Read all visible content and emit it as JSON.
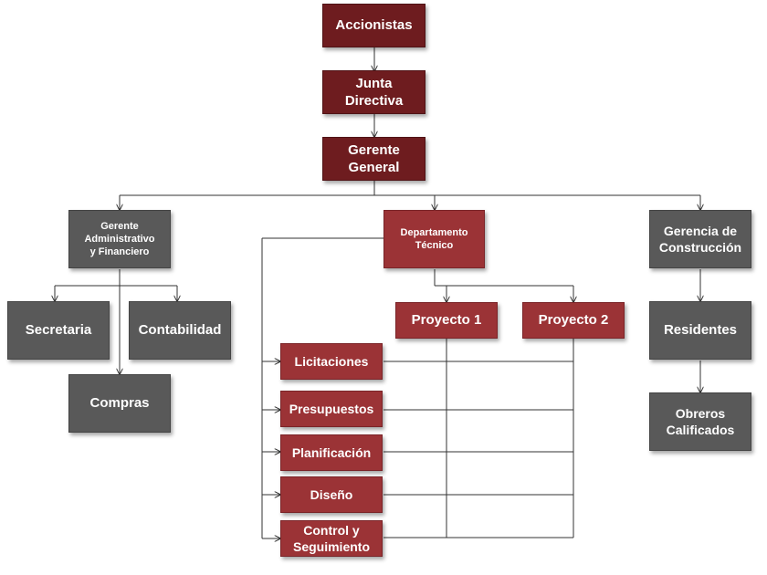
{
  "nodes": {
    "accionistas": "Accionistas",
    "junta": "Junta\nDirectiva",
    "gerente_general": "Gerente\nGeneral",
    "gerente_admin": "Gerente\nAdministrativo\ny Financiero",
    "depto_tecnico": "Departamento\nTécnico",
    "gerencia_construccion": "Gerencia de\nConstrucción",
    "secretaria": "Secretaria",
    "contabilidad": "Contabilidad",
    "compras": "Compras",
    "proyecto1": "Proyecto 1",
    "proyecto2": "Proyecto 2",
    "licitaciones": "Licitaciones",
    "presupuestos": "Presupuestos",
    "planificacion": "Planificación",
    "diseno": "Diseño",
    "control": "Control y\nSeguimiento",
    "residentes": "Residentes",
    "obreros": "Obreros\nCalificados"
  },
  "colors": {
    "dark_red": "#6e1c1f",
    "red": "#9b3336",
    "gray": "#595959",
    "line": "#333333"
  }
}
